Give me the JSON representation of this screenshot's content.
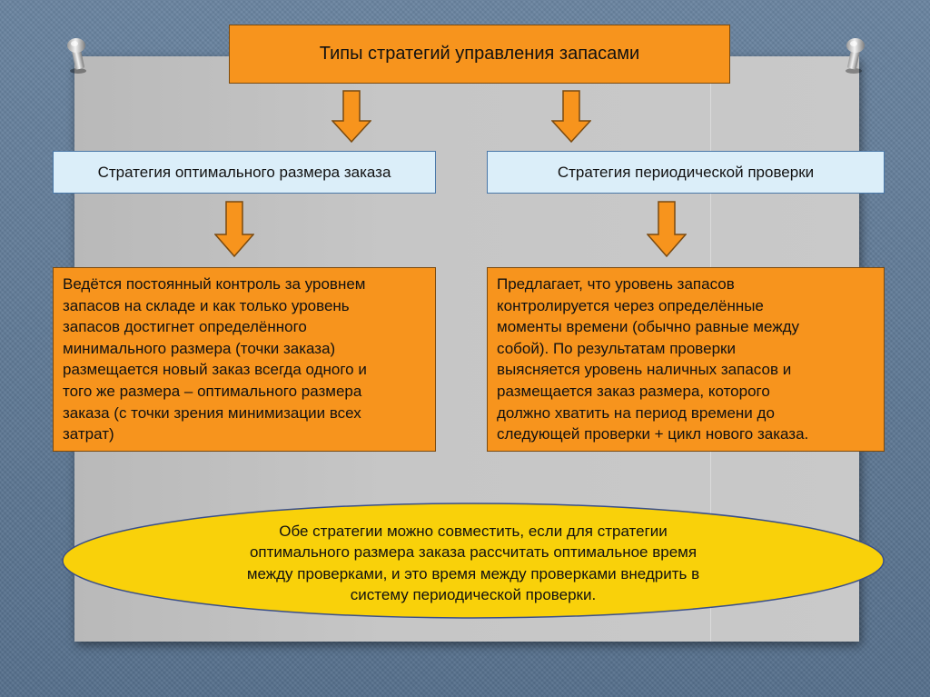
{
  "title": "Типы стратегий управления запасами",
  "strategies": [
    {
      "name": "Стратегия оптимального размера заказа",
      "description": [
        "Ведётся постоянный контроль за уровнем",
        "запасов на складе и как только уровень",
        "запасов достигнет определённого",
        "минимального размера (точки заказа)",
        "размещается новый заказ всегда одного и",
        "того же размера – оптимального размера",
        "заказа (с точки зрения минимизации всех",
        "затрат)"
      ]
    },
    {
      "name": "Стратегия периодической проверки",
      "description": [
        "Предлагает, что уровень запасов",
        "контролируется через определённые",
        "моменты времени (обычно равные между",
        "собой). По результатам проверки",
        "выясняется уровень наличных запасов и",
        "размещается заказ размера, которого",
        "должно хватить на период времени до",
        "следующей проверки + цикл нового заказа."
      ]
    }
  ],
  "conclusion": [
    "Обе стратегии можно совместить, если для стратегии",
    "оптимального размера заказа рассчитать оптимальное время",
    "между проверками, и это время между проверками внедрить в",
    "систему периодической проверки."
  ],
  "colors": {
    "orange": "#f7941d",
    "light_blue": "#dbeef9",
    "yellow": "#f9d10a",
    "arrow_fill": "#f7941d",
    "arrow_stroke": "#7a4a10"
  },
  "icons": [
    "pushpin-icon",
    "arrow-down-icon"
  ]
}
